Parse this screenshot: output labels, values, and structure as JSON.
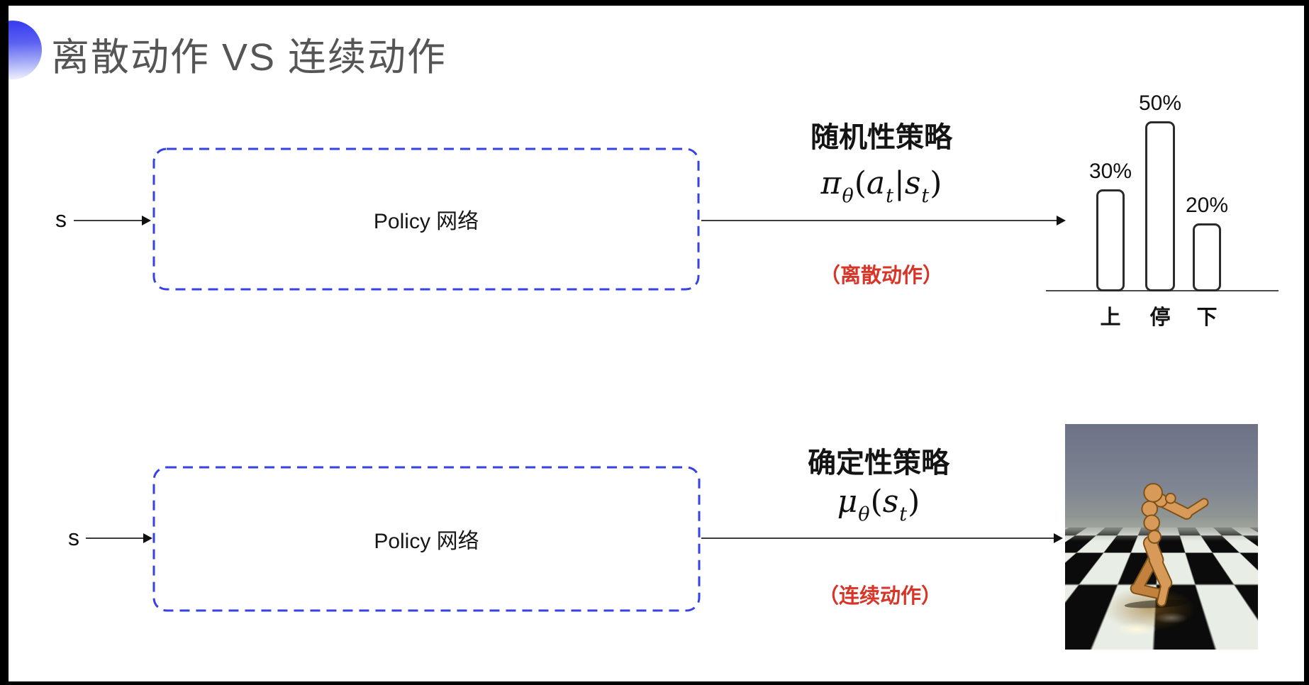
{
  "title": {
    "text": "离散动作 VS 连续动作",
    "color": "#555555",
    "bullet_color": "#3a3ff0"
  },
  "top_flow": {
    "input_label": "s",
    "box_label": "Policy 网络",
    "policy_name": "随机性策略",
    "formula": {
      "fn": "π",
      "fn_sub": "θ",
      "open": "(",
      "arg1": "a",
      "arg1_sub": "t",
      "bar": "|",
      "arg2": "s",
      "arg2_sub": "t",
      "close": ")"
    },
    "action_note": "（离散动作）",
    "note_color": "#d93428",
    "box_border_color": "#3642e3"
  },
  "bottom_flow": {
    "input_label": "s",
    "box_label": "Policy 网络",
    "policy_name": "确定性策略",
    "formula": {
      "fn": "μ",
      "fn_sub": "θ",
      "open": "(",
      "arg1": "s",
      "arg1_sub": "t",
      "close": ")"
    },
    "action_note": "（连续动作）",
    "note_color": "#d93428",
    "box_border_color": "#3642e3"
  },
  "chart_data": {
    "type": "bar",
    "categories": [
      "上",
      "停",
      "下"
    ],
    "values": [
      30,
      50,
      20
    ],
    "value_labels": [
      "30%",
      "50%",
      "20%"
    ],
    "title": "",
    "xlabel": "",
    "ylabel": "",
    "ylim": [
      0,
      55
    ],
    "grid": false,
    "legend": false,
    "bar_fill": "#ffffff",
    "bar_stroke": "#2b2b2b"
  },
  "robot_image": {
    "subject": "MuJoCo humanoid robot running on checkerboard floor",
    "body_color": "#d89a58",
    "sky_color": "#6d7386"
  }
}
